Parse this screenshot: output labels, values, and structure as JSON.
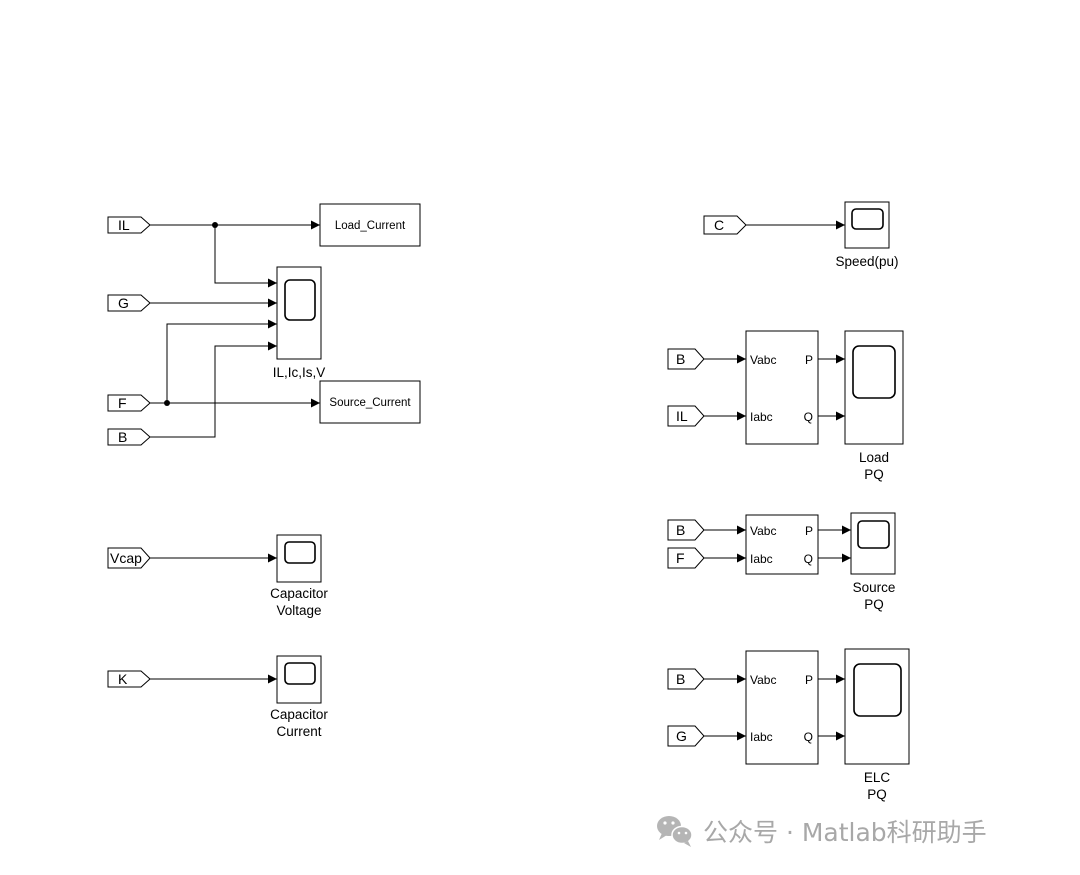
{
  "diagram": {
    "from_tags": {
      "il_top": "IL",
      "g_left": "G",
      "f_left": "F",
      "b_left": "B",
      "vcap": "Vcap",
      "k": "K",
      "c": "C",
      "b_load": "B",
      "il_load": "IL",
      "b_source": "B",
      "f_source": "F",
      "b_elc": "B",
      "g_elc": "G"
    },
    "goto_tags": {
      "load_current": "Load_Current",
      "source_current": "Source_Current"
    },
    "scopes": {
      "il_ic_is_v": "IL,Ic,Is,V",
      "capacitor_voltage_1": "Capacitor",
      "capacitor_voltage_2": "Voltage",
      "capacitor_current_1": "Capacitor",
      "capacitor_current_2": "Current",
      "speed": "Speed(pu)",
      "load_pq_1": "Load",
      "load_pq_2": "PQ",
      "source_pq_1": "Source",
      "source_pq_2": "PQ",
      "elc_pq_1": "ELC",
      "elc_pq_2": "PQ"
    },
    "pq_block": {
      "in_v": "Vabc",
      "in_i": "Iabc",
      "out_p": "P",
      "out_q": "Q"
    }
  },
  "watermark": {
    "text": "公众号 · Matlab科研助手",
    "icon": "wechat-icon"
  }
}
